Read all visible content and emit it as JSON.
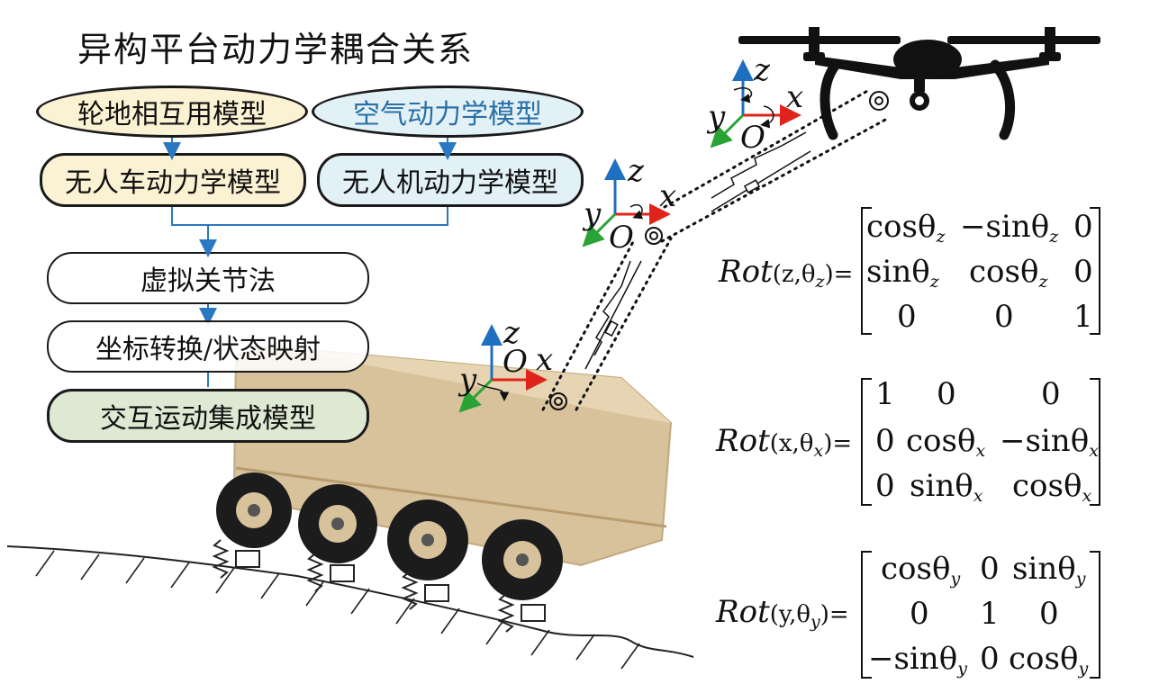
{
  "title": "异构平台动力学耦合关系",
  "flow": {
    "box1": "轮地相互用模型",
    "box2": "空气动力学模型",
    "box3": "无人车动力学模型",
    "box4": "无人机动力学模型",
    "box5": "虚拟关节法",
    "box6": "坐标转换/状态映射",
    "box7": "交互运动集成模型"
  },
  "frames": {
    "z": "z",
    "x": "x",
    "y": "y",
    "o": "O"
  },
  "matrices": {
    "rz": {
      "name": "Rot",
      "args": "(z,θ",
      "argsub": "z",
      "close": ")=",
      "rows": [
        [
          "cosθ",
          "z",
          "−sinθ",
          "z",
          "0"
        ],
        [
          "sinθ",
          "z",
          "cosθ",
          "z",
          "0"
        ],
        [
          "0",
          "",
          "0",
          "",
          "1"
        ]
      ]
    },
    "rx": {
      "name": "Rot",
      "args": "(x,θ",
      "argsub": "x",
      "close": ")=",
      "rows": [
        [
          "1",
          "",
          "0",
          "",
          "0"
        ],
        [
          "0",
          "",
          "cosθ",
          "x",
          "−sinθ",
          "x"
        ],
        [
          "0",
          "",
          "sinθ",
          "x",
          "cosθ",
          "x"
        ]
      ]
    },
    "ry": {
      "name": "Rot",
      "args": "(y,θ",
      "argsub": "y",
      "close": ")=",
      "rows": [
        [
          "cosθ",
          "y",
          "0",
          "sinθ",
          "y"
        ],
        [
          "0",
          "1",
          "0"
        ],
        [
          "−sinθ",
          "y",
          "0",
          "cosθ",
          "y"
        ]
      ]
    }
  },
  "colors": {
    "box1_fill": "#fbf1d3",
    "box2_fill": "#e2f1f6",
    "box3_fill": "#fbf1d3",
    "box4_fill": "#e2f1f6",
    "box7_fill": "#dde9d3",
    "arrow": "#2a78c2",
    "axis_z": "#1f6fc0",
    "axis_x": "#e0241b",
    "axis_y": "#2aa336",
    "vehicle": "#d8c29c"
  }
}
